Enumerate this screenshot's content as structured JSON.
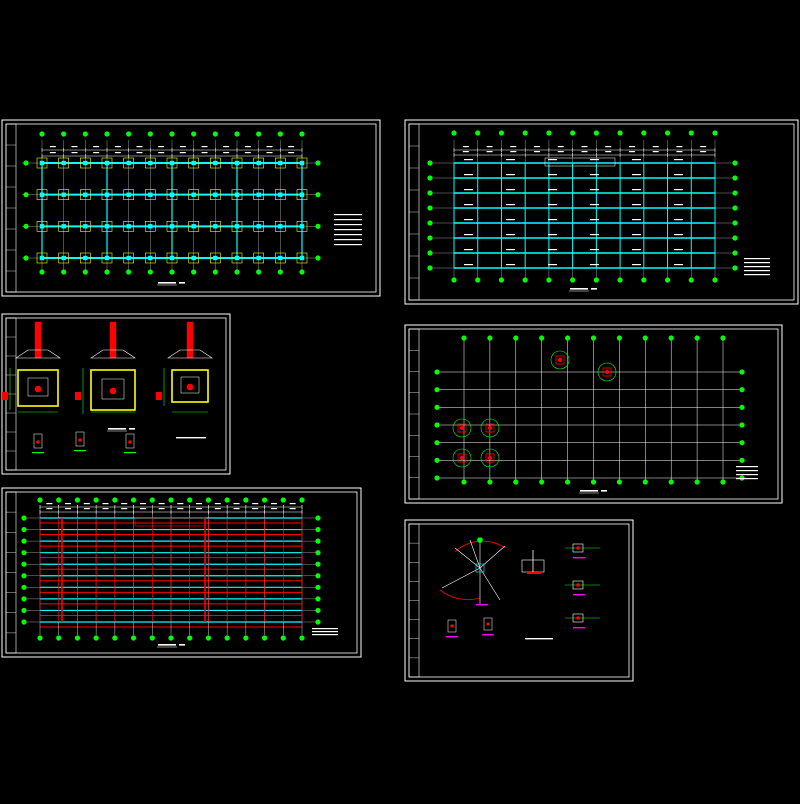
{
  "drawing": {
    "background": "#000000",
    "colors": {
      "frame": "#ffffff",
      "grid": "#ffffff",
      "axis": "#00ff00",
      "beam": "#00ffff",
      "rebar": "#ff0000",
      "highlight": "#ffff00",
      "accent": "#ff00ff"
    },
    "sheets": [
      {
        "id": "foundation-plan",
        "kind": "plan-columns",
        "caption": ""
      },
      {
        "id": "beam-plan",
        "kind": "plan-beams",
        "caption": ""
      },
      {
        "id": "footing-details",
        "kind": "details-footings",
        "caption": ""
      },
      {
        "id": "column-layout",
        "kind": "plan-grid",
        "caption": ""
      },
      {
        "id": "roof-plan",
        "kind": "plan-roof",
        "caption": ""
      },
      {
        "id": "node-details",
        "kind": "details-nodes",
        "caption": ""
      }
    ]
  }
}
